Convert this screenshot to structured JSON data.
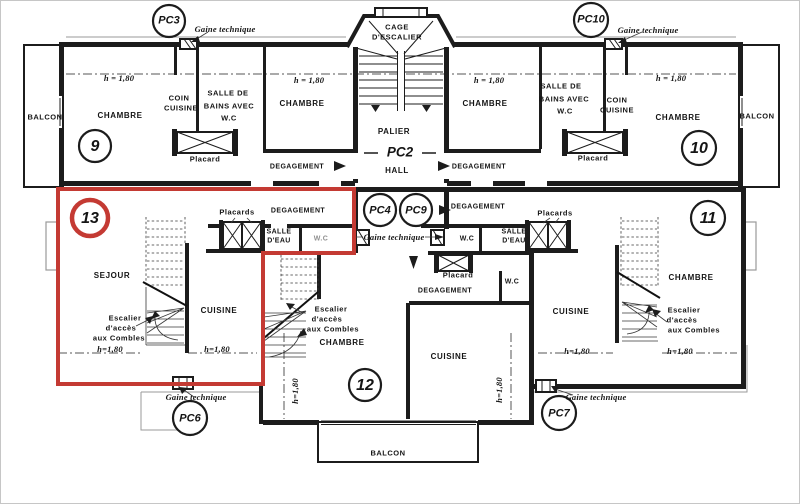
{
  "colors": {
    "wall": "#1c1c1c",
    "highlight": "#c43a33",
    "dash": "#555555",
    "thin": "#9a9a9a"
  },
  "stair_tower": {
    "cage": [
      "CAGE",
      "D'ESCALIER"
    ],
    "palier": "PALIER",
    "pc2": "PC2",
    "hall": "HALL"
  },
  "shafts": {
    "gaine": "Gaine technique",
    "pc3": "PC3",
    "pc10": "PC10",
    "pc4": "PC4",
    "pc9": "PC9",
    "pc6": "PC6",
    "pc7": "PC7"
  },
  "common": {
    "chambre": "CHAMBRE",
    "cuisine": "CUISINE",
    "sejour": "SEJOUR",
    "balcon": "BALCON",
    "degagement": "DEGAGEMENT",
    "wc": "W.C",
    "placard": "Placard",
    "placards": "Placards",
    "salle_deau": [
      "SALLE",
      "D'EAU"
    ],
    "salle_de_bains": [
      "SALLE DE",
      "BAINS AVEC",
      "W.C"
    ],
    "coin_cuisine": [
      "COIN",
      "CUISINE"
    ],
    "escalier": [
      "Escalier",
      "d'accès",
      "aux Combles"
    ],
    "h180": "h = 1,80",
    "h180_c": "h=1,80"
  },
  "apartments": {
    "n9": "9",
    "n10": "10",
    "n11": "11",
    "n12": "12",
    "n13": "13"
  }
}
